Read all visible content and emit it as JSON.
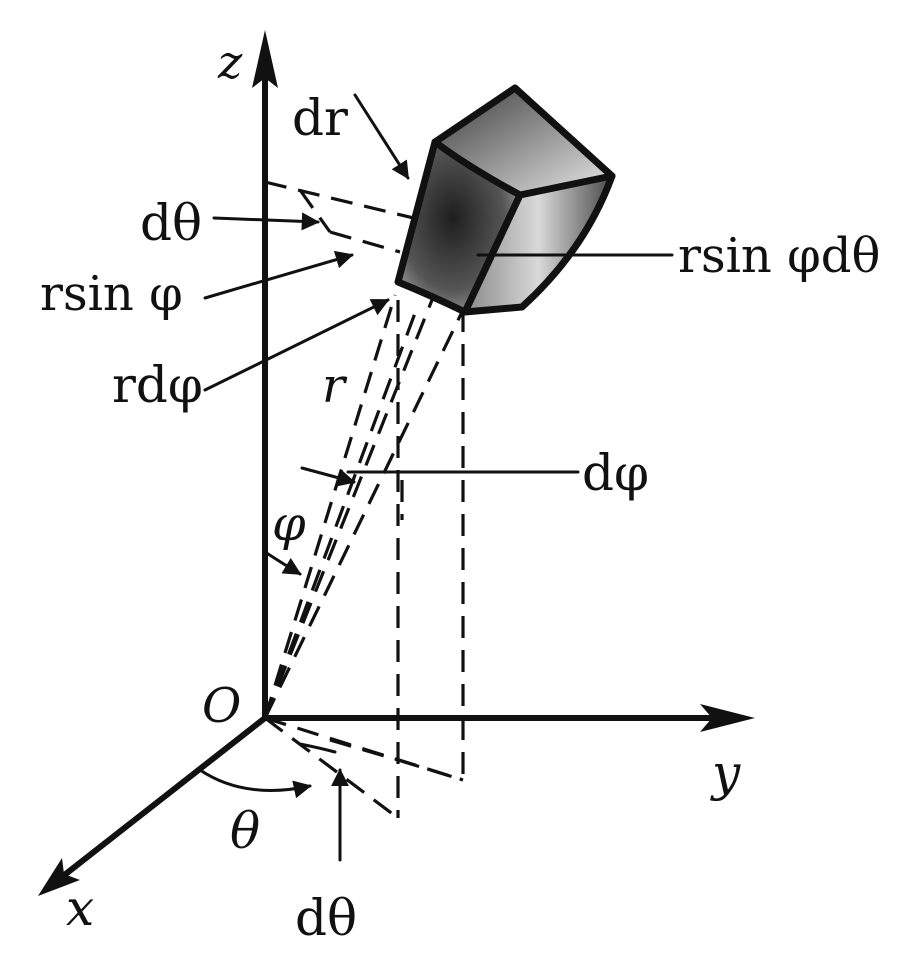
{
  "labels": {
    "z": "z",
    "y": "y",
    "x": "x",
    "origin": "O",
    "dr": "dr",
    "dtheta_top": "dθ",
    "rsinphi": "rsin φ",
    "rdphi": "rdφ",
    "r": "r",
    "rsinphidtheta": "rsin φdθ",
    "dphi": "dφ",
    "phi": "φ",
    "theta": "θ",
    "dtheta_bottom": "dθ"
  },
  "colors": {
    "ink": "#111111",
    "background": "#ffffff",
    "shade_dark": "#2a2a2a",
    "shade_light": "#e6e6e6"
  }
}
